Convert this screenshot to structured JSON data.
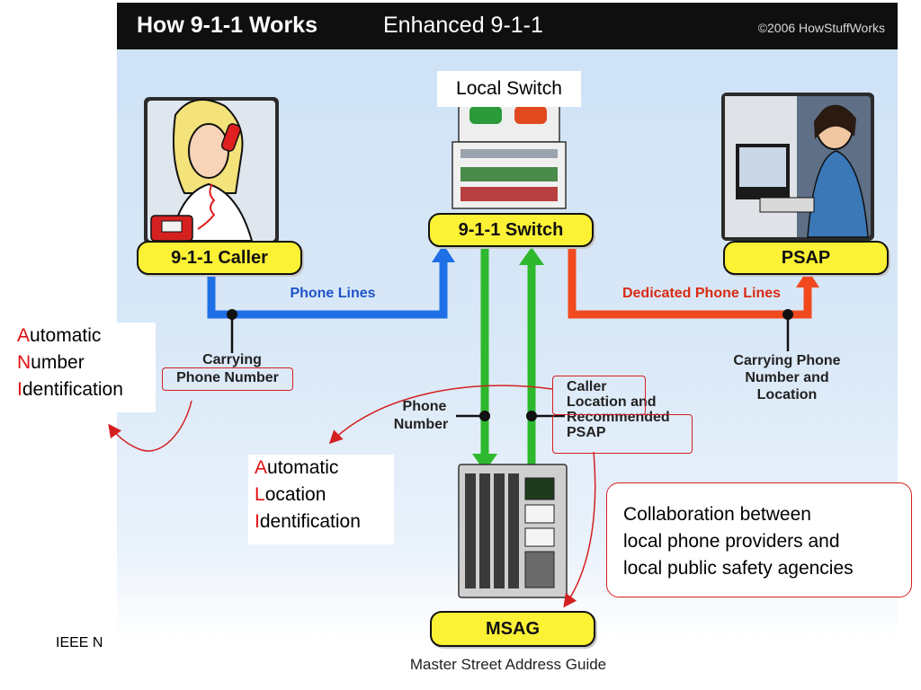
{
  "header": {
    "title": "How 9-1-1 Works",
    "subtitle": "Enhanced 9-1-1",
    "copyright": "©2006 HowStuffWorks"
  },
  "nodes": {
    "caller": "9-1-1 Caller",
    "switch": "9-1-1 Switch",
    "psap": "PSAP",
    "msag": "MSAG",
    "local_switch": "Local Switch"
  },
  "lines": {
    "phone_lines": "Phone Lines",
    "dedicated_lines": "Dedicated Phone Lines"
  },
  "labels": {
    "carrying_1": "Carrying",
    "carrying_2": "Phone Number",
    "carrying_psap_1": "Carrying Phone",
    "carrying_psap_2": "Number and",
    "carrying_psap_3": "Location",
    "phone_number_1": "Phone",
    "phone_number_2": "Number",
    "caller_loc_1": "Caller",
    "caller_loc_2": "Location and",
    "caller_loc_3": "Recommended",
    "caller_loc_4": "PSAP",
    "msag_caption": "Master Street Address Guide"
  },
  "ani": {
    "a_letter": "A",
    "a_rest": "utomatic",
    "n_letter": "N",
    "n_rest": "umber",
    "i_letter": "I",
    "i_rest": "dentification"
  },
  "ali": {
    "a_letter": "A",
    "a_rest": "utomatic",
    "l_letter": "L",
    "l_rest": "ocation",
    "i_letter": "I",
    "i_rest": "dentification"
  },
  "collab": {
    "line1": "Collaboration between",
    "line2": "local phone providers and",
    "line3": "local public safety agencies"
  },
  "footer": {
    "ieee": "IEEE N"
  },
  "colors": {
    "blue_line": "#1f6fe6",
    "green_line": "#2db82d",
    "red_line": "#f04a1e",
    "annotation_red": "#d42020",
    "pill_yellow": "#fbf135"
  }
}
